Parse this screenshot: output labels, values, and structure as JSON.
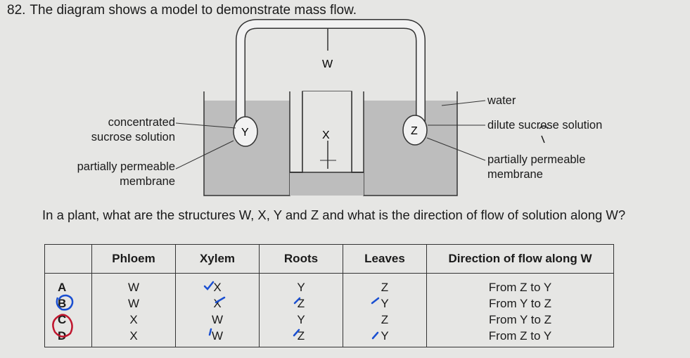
{
  "question": {
    "number": "82.",
    "title": "The diagram shows a model to demonstrate mass flow.",
    "prompt": "In a plant, what are the structures W, X, Y and Z and what is the direction of flow of solution along W?"
  },
  "diagram": {
    "labels": {
      "w": "W",
      "x": "X",
      "y": "Y",
      "z": "Z",
      "concentrated_1": "concentrated",
      "concentrated_2": "sucrose solution",
      "left_membrane_1": "partially permeable",
      "left_membrane_2": "membrane",
      "water": "water",
      "dilute": "dilute sucrose solution",
      "right_membrane_1": "partially permeable",
      "right_membrane_2": "membrane"
    }
  },
  "table": {
    "headers": [
      "",
      "Phloem",
      "Xylem",
      "Roots",
      "Leaves",
      "Direction of flow along W"
    ],
    "rows": [
      {
        "option": "A",
        "phloem": "W",
        "xylem": "X",
        "roots": "Y",
        "leaves": "Z",
        "direction": "From Z to Y"
      },
      {
        "option": "B",
        "phloem": "W",
        "xylem": "X",
        "roots": "Z",
        "leaves": "Y",
        "direction": "From Y to Z"
      },
      {
        "option": "C",
        "phloem": "X",
        "xylem": "W",
        "roots": "Y",
        "leaves": "Z",
        "direction": "From Y to Z"
      },
      {
        "option": "D",
        "phloem": "X",
        "xylem": "W",
        "roots": "Z",
        "leaves": "Y",
        "direction": "From Z to Y"
      }
    ]
  },
  "colors": {
    "water": "#bdbdbd",
    "tube": "#f2f2f2",
    "ink_blue": "#1a4fd1",
    "ink_red": "#c0162e"
  }
}
